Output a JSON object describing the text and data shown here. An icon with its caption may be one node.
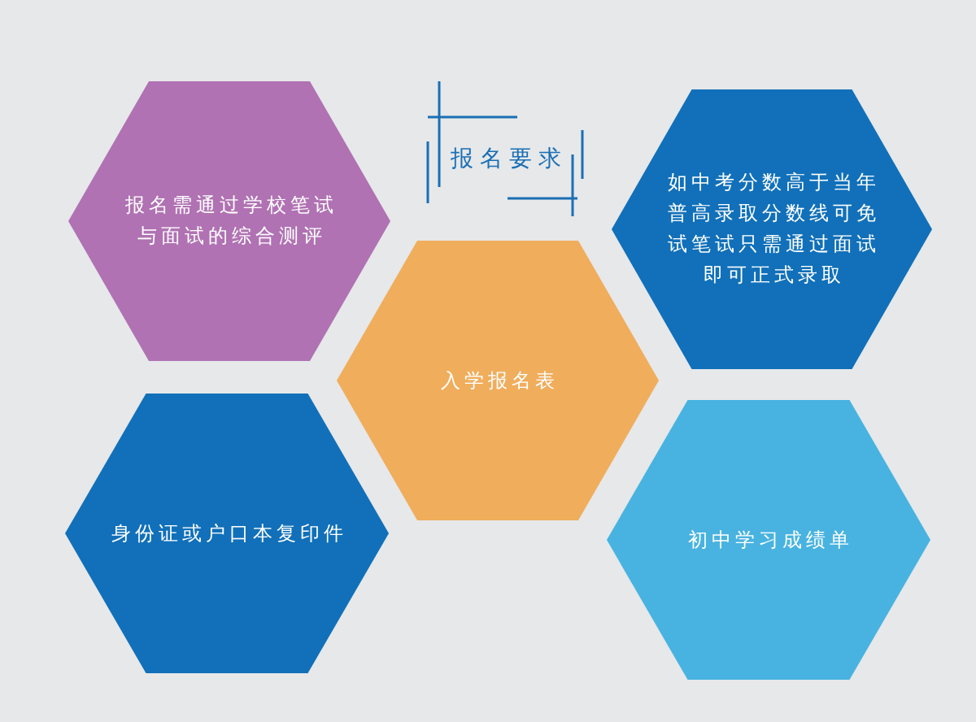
{
  "diagram": {
    "title": "报名要求",
    "nodes": [
      {
        "text": [
          "报名需通过学校笔试与面试的综合测评"
        ]
      },
      {
        "text": [
          "如中考分数高于当年普高录取分数线可免试笔试只需通过面试即可正式录取"
        ]
      },
      {
        "text": [
          "入学报名表"
        ]
      },
      {
        "text": [
          "身份证或户口本复印件"
        ]
      },
      {
        "text": [
          "初中学习成绩单"
        ]
      }
    ]
  }
}
